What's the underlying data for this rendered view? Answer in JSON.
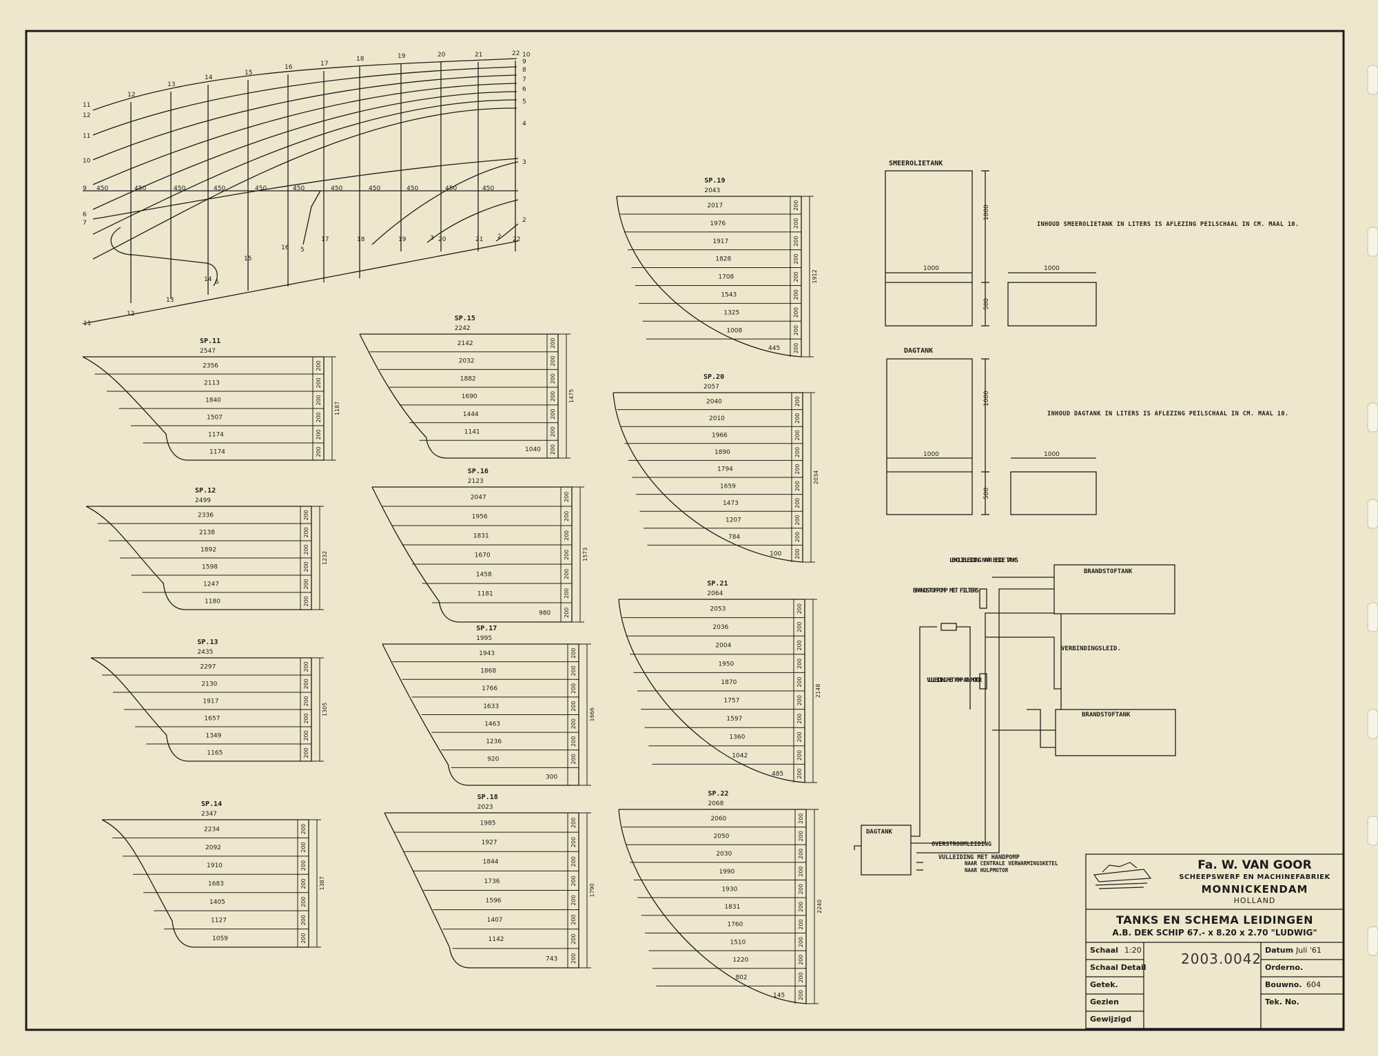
{
  "body_plan": {
    "frames_top": [
      "12",
      "13",
      "14",
      "15",
      "16",
      "17",
      "18",
      "19",
      "20",
      "21",
      "22"
    ],
    "frames_bottom": [
      "11",
      "12",
      "13",
      "14",
      "15",
      "16",
      "17",
      "18",
      "19",
      "20",
      "21",
      "22"
    ],
    "waterlines_left": [
      "11",
      "12",
      "11",
      "10",
      "9",
      "6",
      "7"
    ],
    "waterlines_right": [
      "10",
      "9",
      "8",
      "7",
      "6",
      "5",
      "4",
      "3",
      "2"
    ],
    "spacings": [
      "450",
      "450",
      "450",
      "450",
      "450",
      "450",
      "450",
      "450",
      "450",
      "450",
      "450"
    ],
    "inner_labels": [
      "6",
      "5",
      "3",
      "2"
    ]
  },
  "sections": [
    {
      "title": "SP.11",
      "top": "2547",
      "rows": [
        "2356",
        "2113",
        "1840",
        "1507",
        "1174",
        "1174"
      ],
      "dims": [
        "200",
        "200",
        "200",
        "200",
        "200",
        "200"
      ],
      "total": "1187"
    },
    {
      "title": "SP.12",
      "top": "2499",
      "rows": [
        "2336",
        "2138",
        "1892",
        "1598",
        "1247",
        "1180"
      ],
      "dims": [
        "200",
        "200",
        "200",
        "200",
        "200",
        "200"
      ],
      "total": "1232"
    },
    {
      "title": "SP.13",
      "top": "2435",
      "rows": [
        "2297",
        "2130",
        "1917",
        "1657",
        "1349",
        "1165"
      ],
      "dims": [
        "200",
        "200",
        "200",
        "200",
        "200",
        "200"
      ],
      "total": "1305"
    },
    {
      "title": "SP.14",
      "top": "2347",
      "rows": [
        "2234",
        "2092",
        "1910",
        "1683",
        "1405",
        "1127",
        "1059"
      ],
      "dims": [
        "200",
        "200",
        "200",
        "200",
        "200",
        "200",
        "200"
      ],
      "total": "1387"
    },
    {
      "title": "SP.15",
      "top": "2242",
      "rows": [
        "2142",
        "2032",
        "1882",
        "1690",
        "1444",
        "1141",
        "1040"
      ],
      "dims": [
        "200",
        "200",
        "200",
        "200",
        "200",
        "200",
        "200"
      ],
      "total": "1475"
    },
    {
      "title": "SP.16",
      "top": "2123",
      "rows": [
        "2047",
        "1956",
        "1831",
        "1670",
        "1458",
        "1181",
        "980"
      ],
      "dims": [
        "200",
        "200",
        "200",
        "200",
        "200",
        "200",
        "200"
      ],
      "total": "1573"
    },
    {
      "title": "SP.17",
      "top": "1995",
      "rows": [
        "1943",
        "1868",
        "1766",
        "1633",
        "1463",
        "1236",
        "920",
        "300"
      ],
      "dims": [
        "200",
        "200",
        "200",
        "200",
        "200",
        "200",
        "200"
      ],
      "total": "1666"
    },
    {
      "title": "SP.18",
      "top": "2023",
      "rows": [
        "1985",
        "1927",
        "1844",
        "1736",
        "1596",
        "1407",
        "1142",
        "743"
      ],
      "dims": [
        "200",
        "200",
        "200",
        "200",
        "200",
        "200",
        "200",
        "200"
      ],
      "total": "1790"
    },
    {
      "title": "SP.19",
      "top": "2043",
      "rows": [
        "2017",
        "1976",
        "1917",
        "1828",
        "1708",
        "1543",
        "1325",
        "1008",
        "445"
      ],
      "dims": [
        "200",
        "200",
        "200",
        "200",
        "200",
        "200",
        "200",
        "200",
        "200"
      ],
      "total": "1912"
    },
    {
      "title": "SP.20",
      "top": "2057",
      "rows": [
        "2040",
        "2010",
        "1966",
        "1890",
        "1794",
        "1659",
        "1473",
        "1207",
        "784",
        "100"
      ],
      "dims": [
        "200",
        "200",
        "200",
        "200",
        "200",
        "200",
        "200",
        "200",
        "200",
        "200"
      ],
      "total": "2034"
    },
    {
      "title": "SP.21",
      "top": "2064",
      "rows": [
        "2053",
        "2036",
        "2004",
        "1950",
        "1870",
        "1757",
        "1597",
        "1360",
        "1042",
        "485"
      ],
      "dims": [
        "200",
        "200",
        "200",
        "200",
        "200",
        "200",
        "200",
        "200",
        "200",
        "200"
      ],
      "total": "2148"
    },
    {
      "title": "SP.22",
      "top": "2068",
      "rows": [
        "2060",
        "2050",
        "2030",
        "1990",
        "1930",
        "1831",
        "1760",
        "1510",
        "1220",
        "802",
        "145"
      ],
      "dims": [
        "200",
        "200",
        "200",
        "200",
        "200",
        "200",
        "200",
        "200",
        "200",
        "200",
        "200"
      ],
      "total": "2240"
    }
  ],
  "smeerolietank": {
    "title": "SMEEROLIETANK",
    "height": "1000",
    "width": "1000",
    "width2": "1000",
    "height2": "500",
    "note": "INHOUD SMEEROLIETANK IN LITERS IS AFLEZING PEILSCHAAL IN CM. MAAL 10."
  },
  "dagtank": {
    "title": "DAGTANK",
    "height": "1000",
    "width": "1000",
    "width2": "1000",
    "height2": "500",
    "note": "INHOUD DAGTANK IN LITERS IS AFLEZING PEILSCHAAL IN CM. MAAL 10."
  },
  "schema": {
    "lekolie": "LEKOLIELEIDING NAAR BEIDE TANKS",
    "brandstofpomp": "BRANDSTOFPOMP MET FILTERS",
    "tank1": "BRANDSTOFTANK",
    "verbinding": "VERBINDINGSLEID.",
    "vulleiding_pomp": "VULLEIDING MET POMP AAN MOTOR",
    "tank2": "BRANDSTOFTANK",
    "dagtank": "DAGTANK",
    "overstroom": "OVERSTROOMLEIDING",
    "vulleiding_hand": "VULLEIDING MET HANDPOMP",
    "ketel": "NAAR CENTRALE VERWARMINGSKETEL",
    "hulpmotor": "NAAR HULPMOTOR"
  },
  "title_block": {
    "company": "Fa. W. VAN GOOR",
    "yard": "SCHEEPSWERF EN MACHINEFABRIEK",
    "town": "MONNICKENDAM",
    "country": "HOLLAND",
    "title": "TANKS EN SCHEMA LEIDINGEN",
    "subtitle": "A.B. DEK SCHIP 67.- x 8.20 x 2.70 \"LUDWIG\"",
    "schaal_label": "Schaal",
    "schaal_value": "1:20",
    "schaal_detail_label": "Schaal Detail",
    "getek_label": "Getek.",
    "gezien_label": "Gezien",
    "gewijzigd_label": "Gewijzigd",
    "datum_label": "Datum",
    "datum_value": "Juli '61",
    "orderno_label": "Orderno.",
    "bouwno_label": "Bouwno.",
    "bouwno_value": "604",
    "tekno_label": "Tek. No.",
    "archive_number": "2003.0042"
  },
  "colors": {
    "paper": "#efe7cd",
    "ink": "#1b1b1b"
  }
}
